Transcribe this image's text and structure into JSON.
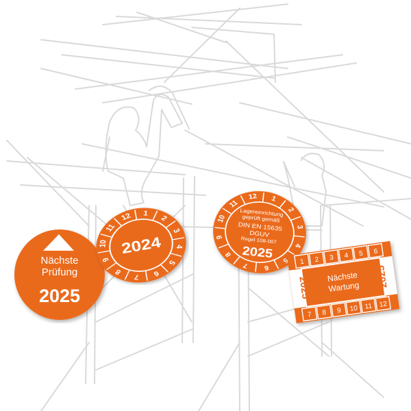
{
  "colors": {
    "orange": "#EA6A1F",
    "white": "#FFFFFF",
    "scaffold": "#D9D9D9"
  },
  "sticker_naechste_pruefung": {
    "line1": "Nächste",
    "line2": "Prüfung",
    "year": "2025",
    "icon": "triangle-icon"
  },
  "sticker_2024": {
    "year": "2024",
    "months": [
      "1",
      "2",
      "3",
      "4",
      "5",
      "6",
      "7",
      "8",
      "9",
      "10",
      "11",
      "12"
    ]
  },
  "sticker_dguv": {
    "line1": "Lagereinrichtung",
    "line2": "geprüft gemäß",
    "line3": "DIN EN 15635",
    "line4": "DGUV",
    "line5": "Regel 108-007",
    "year": "2025",
    "months": [
      "1",
      "2",
      "3",
      "4",
      "5",
      "6",
      "7",
      "8",
      "9",
      "10",
      "11",
      "12"
    ]
  },
  "sticker_wartung": {
    "line1": "Nächste",
    "line2": "Wartung",
    "year_left": "2025",
    "year_right": "2025",
    "top_months": [
      "1",
      "2",
      "3",
      "4",
      "5",
      "6"
    ],
    "bottom_months": [
      "7",
      "8",
      "9",
      "10",
      "11",
      "12"
    ]
  }
}
